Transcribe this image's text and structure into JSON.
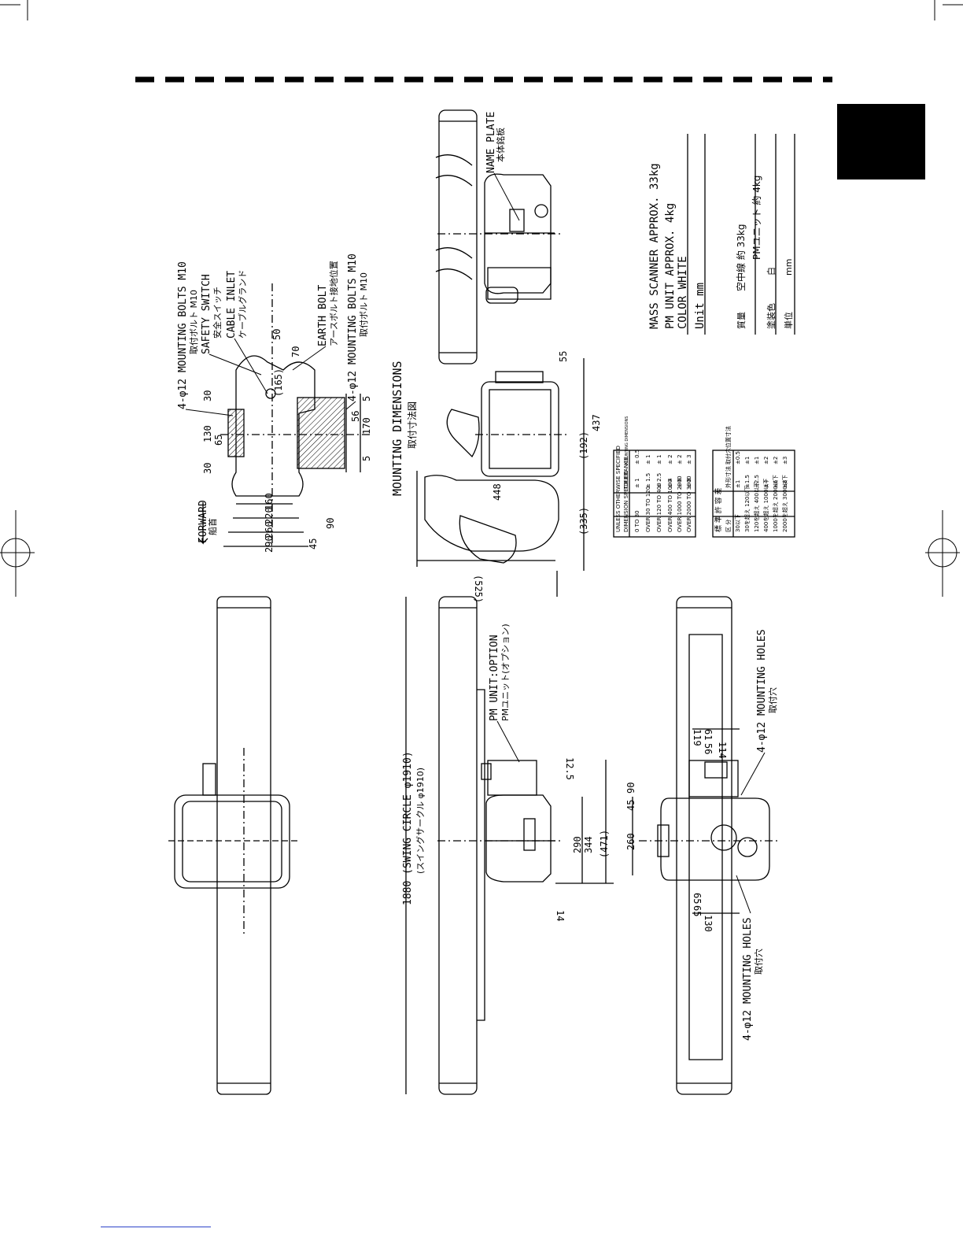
{
  "colors": {
    "ink": "#000000",
    "tab": "#000000",
    "footer_link": "#2c43c8"
  },
  "drawing": {
    "title_en": "MOUNTING DIMENSIONS",
    "title_jp": "取付寸法図",
    "forward_en": "FORWARD",
    "forward_jp": "船首",
    "mounting_bolts_top_en": "4-φ12 MOUNTING BOLTS M10",
    "mounting_bolts_top_jp": "取付ボルト M10",
    "safety_switch_en": "SAFETY SWITCH",
    "safety_switch_jp": "安全スイッチ",
    "cable_inlet_en": "CABLE INLET",
    "cable_inlet_jp": "ケーブルグランド",
    "earth_bolt_en": "EARTH BOLT",
    "earth_bolt_jp": "アースボルト接地位置",
    "mounting_bolts_bottom_en": "4-φ12 MOUNTING BOLTS M10",
    "mounting_bolts_bottom_jp": "取付ボルト M10",
    "name_plate_en": "NAME PLATE",
    "name_plate_jp": "本体銘板",
    "pm_unit_en": "PM UNIT:OPTION",
    "pm_unit_jp": "PMユニット(オプション)",
    "swing_en": "1880 (SWING CIRCLE φ1910)",
    "swing_jp": "(スイングサークル φ1910)",
    "mounting_holes_upper_en": "4-φ12 MOUNTING HOLES",
    "mounting_holes_upper_jp": "取付穴",
    "mounting_holes_lower_en": "4-φ12 MOUNTING HOLES",
    "mounting_holes_lower_jp": "取付穴"
  },
  "dims": {
    "d30a": "30",
    "d130": "130",
    "d65": "65",
    "d30b": "30",
    "d160": "160",
    "d220": "220",
    "d260": "260",
    "d290": "290",
    "d45": "45",
    "d90": "90",
    "d5a": "5",
    "d170": "170",
    "d56": "56",
    "d5b": "5",
    "d165": "(165)",
    "d70": "70",
    "d50": "50",
    "d448": "448",
    "d335": "(335)",
    "d192": "(192)",
    "d437": "437",
    "d55": "55",
    "d525": "(525)",
    "d12_5": "12.5",
    "d290b": "290",
    "d344": "344",
    "d471": "(471)",
    "d14": "14",
    "d45b": "45",
    "d90b": "90",
    "d260b": "260",
    "d119": "119",
    "d61": "61",
    "d114": "114",
    "d56b": "56",
    "d65c": "65",
    "d65d": "65",
    "d130b": "130"
  },
  "specs": {
    "mass_scanner_en": "MASS SCANNER APPROX. 33kg",
    "pm_unit_mass_en": "PM UNIT APPROX. 4kg",
    "color_en": "COLOR WHITE",
    "unit_en": "Unit mm",
    "mass_jp_label": "質量",
    "mass_scanner_jp": "空中線  約 33kg",
    "pm_unit_mass_jp": "PMユニット 約 4kg",
    "color_jp_label": "塗装色",
    "color_jp": "白",
    "unit_jp_label": "単位",
    "unit_jp": "mm"
  },
  "tolerance_table": {
    "title": "UNLESS OTHERWISE SPECIFIED",
    "headers": [
      "DIMENSION SPECIFIED",
      "TOLERANCE",
      "MOUNTING DIMENSIONS"
    ],
    "rows": [
      [
        "0 TO 30",
        "± 1",
        "± 0.5"
      ],
      [
        "OVER 30 TO 120",
        "± 1.5",
        "± 1"
      ],
      [
        "OVER 120 TO 400",
        "± 2.5",
        "± 1"
      ],
      [
        "OVER 400 TO 1000",
        "± 4",
        "± 2"
      ],
      [
        "OVER 1000 TO 2000",
        "± 6",
        "± 2"
      ],
      [
        "OVER 2000 TO 3000",
        "± 8",
        "± 3"
      ]
    ]
  },
  "jp_table": {
    "title": "標 準 許 容 差",
    "headers": [
      "区 分",
      "外形寸法",
      "取付穴位置寸法"
    ],
    "rows": [
      [
        "30以下",
        "±1",
        "±0.5"
      ],
      [
        "30を超え 120以下",
        "±1.5",
        "±1"
      ],
      [
        "120を超え 400以下",
        "±2.5",
        "±1"
      ],
      [
        "400を超え 1000以下",
        "±4",
        "±2"
      ],
      [
        "1000を超え 2000以下",
        "±6",
        "±2"
      ],
      [
        "2000を超え 3000以下",
        "±8",
        "±3"
      ]
    ]
  }
}
